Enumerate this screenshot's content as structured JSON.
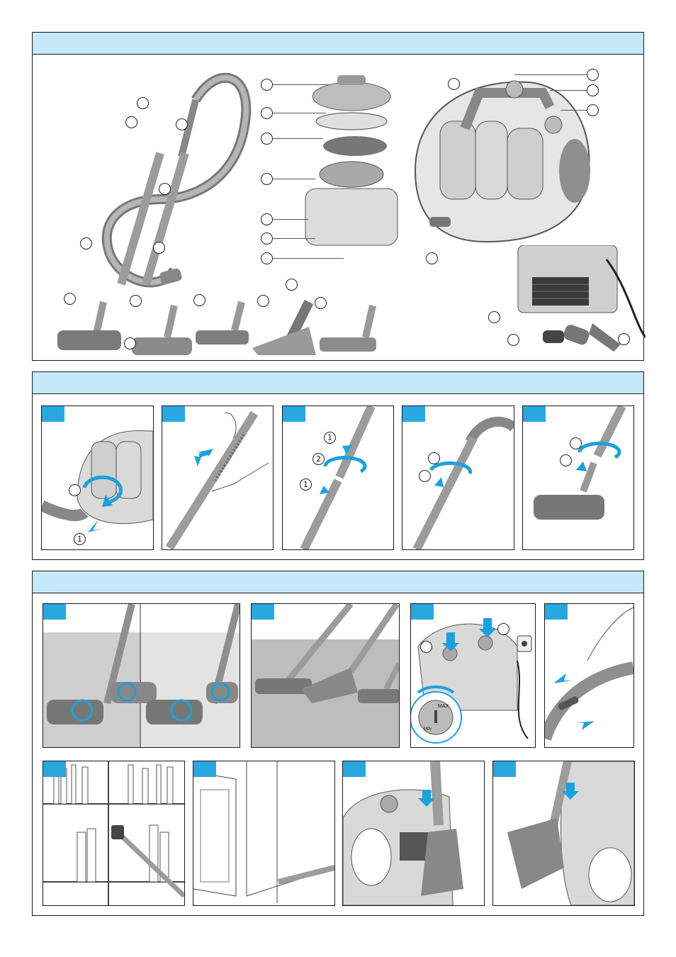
{
  "colors": {
    "header_band": "#c5e9f9",
    "step_tab": "#2aa7df",
    "arrow": "#1ea0dc",
    "appliance_grey": "#9a9a9a",
    "outline": "#1a1a1a"
  },
  "icons": {
    "plug": "power-plug-icon",
    "arrow": "direction-arrow-icon",
    "rotate": "rotate-arrow-icon"
  },
  "setup": {
    "callouts": {
      "hose_connector": "1",
      "insert_pipe": "1",
      "lower_pipe": "1",
      "upper_pipe_push": "2",
      "upper_pipe_arrow": "1"
    }
  },
  "use": {
    "dial": {
      "max_label": "MAX",
      "min_label": "MIN"
    }
  }
}
